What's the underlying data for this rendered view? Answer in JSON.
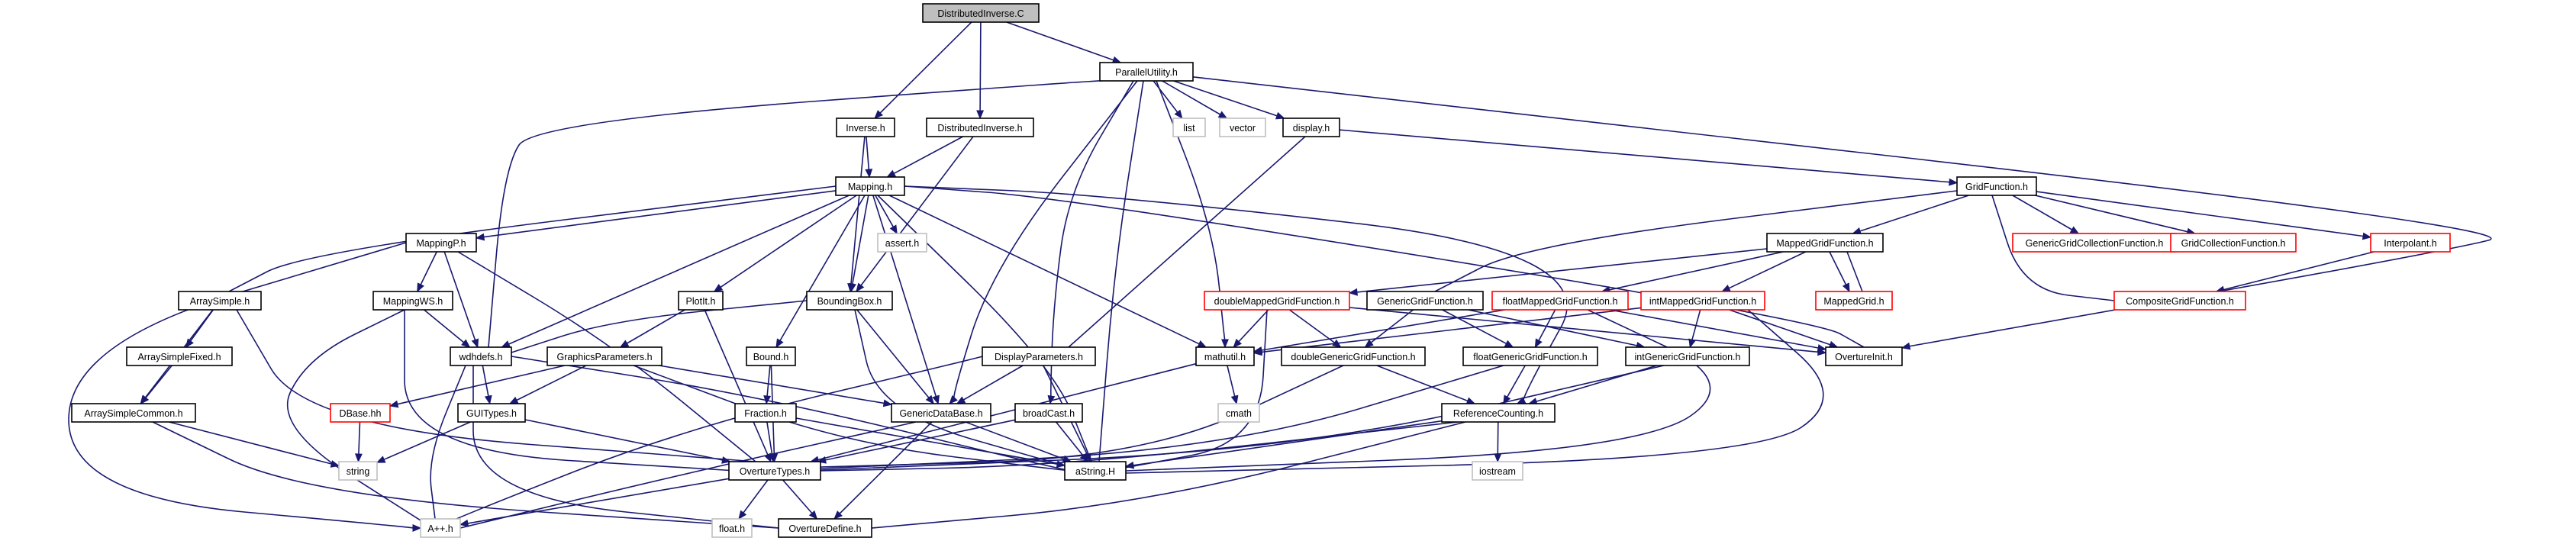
{
  "colors": {
    "edge": "#191970",
    "root_fill": "#bfbfbf",
    "root_border": "#000000",
    "normal_border": "#000000",
    "truncated_border": "#ff0000",
    "system_border": "#bfbfbf",
    "node_fill": "#ffffff"
  },
  "nodes": {
    "DistributedInverse_C": {
      "label": "DistributedInverse.C",
      "kind": "root"
    },
    "Inverse_h": {
      "label": "Inverse.h",
      "kind": "normal"
    },
    "DistributedInverse_h": {
      "label": "DistributedInverse.h",
      "kind": "normal"
    },
    "ParallelUtility_h": {
      "label": "ParallelUtility.h",
      "kind": "normal"
    },
    "list": {
      "label": "list",
      "kind": "system"
    },
    "vector": {
      "label": "vector",
      "kind": "system"
    },
    "display_h": {
      "label": "display.h",
      "kind": "normal"
    },
    "Mapping_h": {
      "label": "Mapping.h",
      "kind": "normal"
    },
    "assert_h": {
      "label": "assert.h",
      "kind": "system"
    },
    "MappingP_h": {
      "label": "MappingP.h",
      "kind": "normal"
    },
    "ArraySimple_h": {
      "label": "ArraySimple.h",
      "kind": "normal"
    },
    "MappingWS_h": {
      "label": "MappingWS.h",
      "kind": "normal"
    },
    "Plotit_h": {
      "label": "PlotIt.h",
      "kind": "normal"
    },
    "BoundingBox_h": {
      "label": "BoundingBox.h",
      "kind": "normal"
    },
    "ArraySimpleFixed_h": {
      "label": "ArraySimpleFixed.h",
      "kind": "normal"
    },
    "ArraySimpleCommon_h": {
      "label": "ArraySimpleCommon.h",
      "kind": "normal"
    },
    "wdhdefs_h": {
      "label": "wdhdefs.h",
      "kind": "normal"
    },
    "GraphicsParameters_h": {
      "label": "GraphicsParameters.h",
      "kind": "normal"
    },
    "Bound_h": {
      "label": "Bound.h",
      "kind": "normal"
    },
    "DisplayParameters_h": {
      "label": "DisplayParameters.h",
      "kind": "normal"
    },
    "DBase_hh": {
      "label": "DBase.hh",
      "kind": "truncated"
    },
    "GUITypes_h": {
      "label": "GUITypes.h",
      "kind": "normal"
    },
    "Fraction_h": {
      "label": "Fraction.h",
      "kind": "normal"
    },
    "GenericDataBase_h": {
      "label": "GenericDataBase.h",
      "kind": "normal"
    },
    "broadCast_h": {
      "label": "broadCast.h",
      "kind": "normal"
    },
    "string": {
      "label": "string",
      "kind": "system"
    },
    "OvertureTypes_h": {
      "label": "OvertureTypes.h",
      "kind": "normal"
    },
    "aString_H": {
      "label": "aString.H",
      "kind": "normal"
    },
    "App_h": {
      "label": "A++.h",
      "kind": "system"
    },
    "float_h": {
      "label": "float.h",
      "kind": "system"
    },
    "OvertureDefine_h": {
      "label": "OvertureDefine.h",
      "kind": "normal"
    },
    "mathutil_h": {
      "label": "mathutil.h",
      "kind": "normal"
    },
    "cmath": {
      "label": "cmath",
      "kind": "system"
    },
    "GridFunction_h": {
      "label": "GridFunction.h",
      "kind": "normal"
    },
    "MappedGridFunction_h": {
      "label": "MappedGridFunction.h",
      "kind": "normal"
    },
    "GenericGridCollectionFunction_h": {
      "label": "GenericGridCollectionFunction.h",
      "kind": "truncated"
    },
    "GridCollectionFunction_h": {
      "label": "GridCollectionFunction.h",
      "kind": "truncated"
    },
    "Interpolant_h": {
      "label": "Interpolant.h",
      "kind": "truncated"
    },
    "doubleMappedGridFunction_h": {
      "label": "doubleMappedGridFunction.h",
      "kind": "truncated"
    },
    "GenericGridFunction_h": {
      "label": "GenericGridFunction.h",
      "kind": "normal"
    },
    "floatMappedGridFunction_h": {
      "label": "floatMappedGridFunction.h",
      "kind": "truncated"
    },
    "intMappedGridFunction_h": {
      "label": "intMappedGridFunction.h",
      "kind": "truncated"
    },
    "MappedGrid_h": {
      "label": "MappedGrid.h",
      "kind": "truncated"
    },
    "CompositeGridFunction_h": {
      "label": "CompositeGridFunction.h",
      "kind": "truncated"
    },
    "doubleGenericGridFunction_h": {
      "label": "doubleGenericGridFunction.h",
      "kind": "normal"
    },
    "floatGenericGridFunction_h": {
      "label": "floatGenericGridFunction.h",
      "kind": "normal"
    },
    "intGenericGridFunction_h": {
      "label": "intGenericGridFunction.h",
      "kind": "normal"
    },
    "OvertureInit_h": {
      "label": "OvertureInit.h",
      "kind": "normal"
    },
    "ReferenceCounting_h": {
      "label": "ReferenceCounting.h",
      "kind": "normal"
    },
    "iostream": {
      "label": "iostream",
      "kind": "system"
    }
  },
  "edges": [
    [
      "DistributedInverse_C",
      "Inverse_h"
    ],
    [
      "DistributedInverse_C",
      "DistributedInverse_h"
    ],
    [
      "DistributedInverse_C",
      "ParallelUtility_h"
    ],
    [
      "Inverse_h",
      "Mapping_h"
    ],
    [
      "Inverse_h",
      "BoundingBox_h"
    ],
    [
      "DistributedInverse_h",
      "Mapping_h"
    ],
    [
      "DistributedInverse_h",
      "BoundingBox_h"
    ],
    [
      "ParallelUtility_h",
      "list"
    ],
    [
      "ParallelUtility_h",
      "vector"
    ],
    [
      "ParallelUtility_h",
      "display_h"
    ],
    [
      "ParallelUtility_h",
      "wdhdefs_h"
    ],
    [
      "ParallelUtility_h",
      "GenericDataBase_h"
    ],
    [
      "ParallelUtility_h",
      "broadCast_h"
    ],
    [
      "ParallelUtility_h",
      "mathutil_h"
    ],
    [
      "ParallelUtility_h",
      "aString_H"
    ],
    [
      "ParallelUtility_h",
      "OvertureInit_h"
    ],
    [
      "display_h",
      "GridFunction_h"
    ],
    [
      "display_h",
      "DisplayParameters_h"
    ],
    [
      "Mapping_h",
      "assert_h"
    ],
    [
      "Mapping_h",
      "MappingP_h"
    ],
    [
      "Mapping_h",
      "ArraySimple_h"
    ],
    [
      "Mapping_h",
      "Plotit_h"
    ],
    [
      "Mapping_h",
      "BoundingBox_h"
    ],
    [
      "Mapping_h",
      "Bound_h"
    ],
    [
      "Mapping_h",
      "wdhdefs_h"
    ],
    [
      "Mapping_h",
      "GenericDataBase_h"
    ],
    [
      "Mapping_h",
      "mathutil_h"
    ],
    [
      "Mapping_h",
      "aString_H"
    ],
    [
      "Mapping_h",
      "OvertureInit_h"
    ],
    [
      "Mapping_h",
      "ReferenceCounting_h"
    ],
    [
      "MappingP_h",
      "MappingWS_h"
    ],
    [
      "MappingP_h",
      "wdhdefs_h"
    ],
    [
      "MappingP_h",
      "OvertureTypes_h"
    ],
    [
      "MappingP_h",
      "App_h"
    ],
    [
      "ArraySimple_h",
      "ArraySimpleFixed_h"
    ],
    [
      "ArraySimple_h",
      "ArraySimpleCommon_h"
    ],
    [
      "ArraySimple_h",
      "OvertureTypes_h"
    ],
    [
      "ArraySimpleFixed_h",
      "ArraySimpleCommon_h"
    ],
    [
      "ArraySimpleCommon_h",
      "string"
    ],
    [
      "ArraySimpleCommon_h",
      "OvertureDefine_h"
    ],
    [
      "MappingWS_h",
      "wdhdefs_h"
    ],
    [
      "MappingWS_h",
      "OvertureTypes_h"
    ],
    [
      "MappingWS_h",
      "App_h"
    ],
    [
      "Plotit_h",
      "GraphicsParameters_h"
    ],
    [
      "Plotit_h",
      "OvertureTypes_h"
    ],
    [
      "BoundingBox_h",
      "wdhdefs_h"
    ],
    [
      "BoundingBox_h",
      "GenericDataBase_h"
    ],
    [
      "BoundingBox_h",
      "aString_H"
    ],
    [
      "wdhdefs_h",
      "GUITypes_h"
    ],
    [
      "wdhdefs_h",
      "aString_H"
    ],
    [
      "wdhdefs_h",
      "App_h"
    ],
    [
      "wdhdefs_h",
      "OvertureDefine_h"
    ],
    [
      "GraphicsParameters_h",
      "DBase_hh"
    ],
    [
      "GraphicsParameters_h",
      "GUITypes_h"
    ],
    [
      "GraphicsParameters_h",
      "GenericDataBase_h"
    ],
    [
      "GraphicsParameters_h",
      "aString_H"
    ],
    [
      "Bound_h",
      "Fraction_h"
    ],
    [
      "Bound_h",
      "OvertureTypes_h"
    ],
    [
      "DisplayParameters_h",
      "GenericDataBase_h"
    ],
    [
      "DisplayParameters_h",
      "aString_H"
    ],
    [
      "DisplayParameters_h",
      "App_h"
    ],
    [
      "DBase_hh",
      "string"
    ],
    [
      "GUITypes_h",
      "string"
    ],
    [
      "GUITypes_h",
      "OvertureTypes_h"
    ],
    [
      "Fraction_h",
      "OvertureTypes_h"
    ],
    [
      "Fraction_h",
      "aString_H"
    ],
    [
      "GenericDataBase_h",
      "aString_H"
    ],
    [
      "GenericDataBase_h",
      "OvertureDefine_h"
    ],
    [
      "GenericDataBase_h",
      "App_h"
    ],
    [
      "broadCast_h",
      "OvertureTypes_h"
    ],
    [
      "broadCast_h",
      "aString_H"
    ],
    [
      "OvertureTypes_h",
      "App_h"
    ],
    [
      "OvertureTypes_h",
      "float_h"
    ],
    [
      "OvertureTypes_h",
      "OvertureDefine_h"
    ],
    [
      "mathutil_h",
      "cmath"
    ],
    [
      "mathutil_h",
      "OvertureTypes_h"
    ],
    [
      "GridFunction_h",
      "MappedGridFunction_h"
    ],
    [
      "GridFunction_h",
      "GenericGridCollectionFunction_h"
    ],
    [
      "GridFunction_h",
      "GridCollectionFunction_h"
    ],
    [
      "GridFunction_h",
      "Interpolant_h"
    ],
    [
      "GridFunction_h",
      "CompositeGridFunction_h"
    ],
    [
      "GridFunction_h",
      "GenericGridFunction_h"
    ],
    [
      "Interpolant_h",
      "CompositeGridFunction_h"
    ],
    [
      "MappedGridFunction_h",
      "doubleMappedGridFunction_h"
    ],
    [
      "MappedGridFunction_h",
      "floatMappedGridFunction_h"
    ],
    [
      "MappedGridFunction_h",
      "intMappedGridFunction_h"
    ],
    [
      "MappedGridFunction_h",
      "MappedGrid_h"
    ],
    [
      "MappedGrid_h",
      "MappedGridFunction_h"
    ],
    [
      "doubleMappedGridFunction_h",
      "mathutil_h"
    ],
    [
      "doubleMappedGridFunction_h",
      "doubleGenericGridFunction_h"
    ],
    [
      "doubleMappedGridFunction_h",
      "aString_H"
    ],
    [
      "doubleMappedGridFunction_h",
      "OvertureInit_h"
    ],
    [
      "floatMappedGridFunction_h",
      "mathutil_h"
    ],
    [
      "floatMappedGridFunction_h",
      "floatGenericGridFunction_h"
    ],
    [
      "floatMappedGridFunction_h",
      "OvertureInit_h"
    ],
    [
      "floatMappedGridFunction_h",
      "aString_H"
    ],
    [
      "intMappedGridFunction_h",
      "mathutil_h"
    ],
    [
      "intMappedGridFunction_h",
      "intGenericGridFunction_h"
    ],
    [
      "intMappedGridFunction_h",
      "OvertureInit_h"
    ],
    [
      "intMappedGridFunction_h",
      "aString_H"
    ],
    [
      "GenericGridFunction_h",
      "doubleGenericGridFunction_h"
    ],
    [
      "GenericGridFunction_h",
      "floatGenericGridFunction_h"
    ],
    [
      "GenericGridFunction_h",
      "intGenericGridFunction_h"
    ],
    [
      "doubleGenericGridFunction_h",
      "ReferenceCounting_h"
    ],
    [
      "doubleGenericGridFunction_h",
      "OvertureTypes_h"
    ],
    [
      "floatGenericGridFunction_h",
      "ReferenceCounting_h"
    ],
    [
      "floatGenericGridFunction_h",
      "OvertureTypes_h"
    ],
    [
      "intGenericGridFunction_h",
      "ReferenceCounting_h"
    ],
    [
      "intGenericGridFunction_h",
      "OvertureTypes_h"
    ],
    [
      "ReferenceCounting_h",
      "iostream"
    ],
    [
      "ReferenceCounting_h",
      "OvertureTypes_h"
    ],
    [
      "ReferenceCounting_h",
      "aString_H"
    ],
    [
      "ReferenceCounting_h",
      "OvertureDefine_h"
    ]
  ]
}
